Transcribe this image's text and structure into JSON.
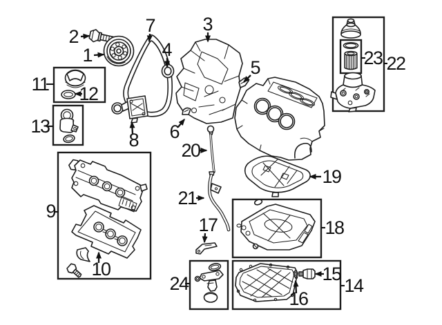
{
  "diagram": {
    "kind": "engine-parts-exploded-view",
    "background": "#ffffff",
    "line_color": "#1c1c1c",
    "label_color": "#111111"
  },
  "callouts": [
    {
      "label": "1",
      "part": "crankshaft-pulley"
    },
    {
      "label": "2",
      "part": "pulley-bolt"
    },
    {
      "label": "3",
      "part": "timing-cover"
    },
    {
      "label": "4",
      "part": "front-crankshaft-seal"
    },
    {
      "label": "5",
      "part": "upper-retainer-clip"
    },
    {
      "label": "6",
      "part": "lower-retainer-clip"
    },
    {
      "label": "7",
      "part": "timing-belt"
    },
    {
      "label": "8",
      "part": "belt-tensioner"
    },
    {
      "label": "9",
      "part": "valve-cover-assembly"
    },
    {
      "label": "10",
      "part": "valve-cover-gasket"
    },
    {
      "label": "11",
      "part": "oil-filler-cap-assembly"
    },
    {
      "label": "12",
      "part": "filler-cap-seal"
    },
    {
      "label": "13",
      "part": "cap-and-seal-kit"
    },
    {
      "label": "14",
      "part": "lower-oil-pan-assembly"
    },
    {
      "label": "15",
      "part": "drain-plug"
    },
    {
      "label": "16",
      "part": "drain-plug-gasket"
    },
    {
      "label": "17",
      "part": "mounting-bracket"
    },
    {
      "label": "18",
      "part": "upper-oil-pan-assembly"
    },
    {
      "label": "19",
      "part": "oil-baffle-plate"
    },
    {
      "label": "20",
      "part": "oil-level-dipstick"
    },
    {
      "label": "21",
      "part": "dipstick-tube"
    },
    {
      "label": "22",
      "part": "oil-filter-assembly"
    },
    {
      "label": "23",
      "part": "oil-filter-element-kit"
    },
    {
      "label": "24",
      "part": "oil-pump-pickup"
    }
  ]
}
